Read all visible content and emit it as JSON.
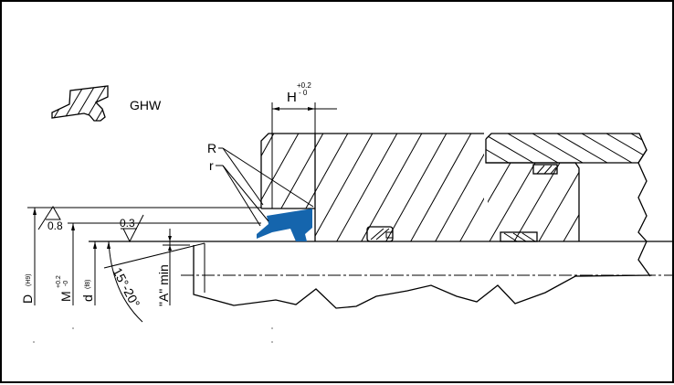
{
  "diagram": {
    "profile_label": "GHW",
    "seal_color": "#1565ad",
    "line_color": "#000000",
    "dimensions": {
      "H": {
        "symbol": "H",
        "tol_upper": "+0.2",
        "tol_lower": "- 0"
      },
      "D": {
        "symbol": "D",
        "fit": "(H9)"
      },
      "M": {
        "symbol": "M",
        "tol_upper": "+0.2",
        "tol_lower": "-0"
      },
      "d": {
        "symbol": "d",
        "fit": "(f8)"
      },
      "A": {
        "label": "\"A\" min"
      },
      "angle": {
        "label": "15°-20°"
      }
    },
    "radii": {
      "R": "R",
      "r": "r"
    },
    "surface_finish": [
      {
        "value": "0.8"
      },
      {
        "value": "0.3"
      }
    ]
  }
}
